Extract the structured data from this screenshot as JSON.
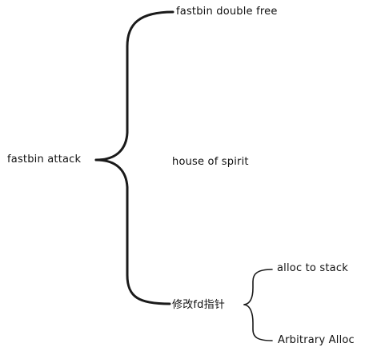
{
  "mindmap": {
    "root": {
      "label": "fastbin attack"
    },
    "children": [
      {
        "label": "fastbin double free"
      },
      {
        "label": "house of spirit"
      },
      {
        "label": "修改fd指针",
        "children": [
          {
            "label": "alloc to stack"
          },
          {
            "label": "Arbitrary Alloc"
          }
        ]
      }
    ]
  },
  "colors": {
    "connector": "#1a1a1a",
    "text": "#111111",
    "background": "#ffffff"
  }
}
